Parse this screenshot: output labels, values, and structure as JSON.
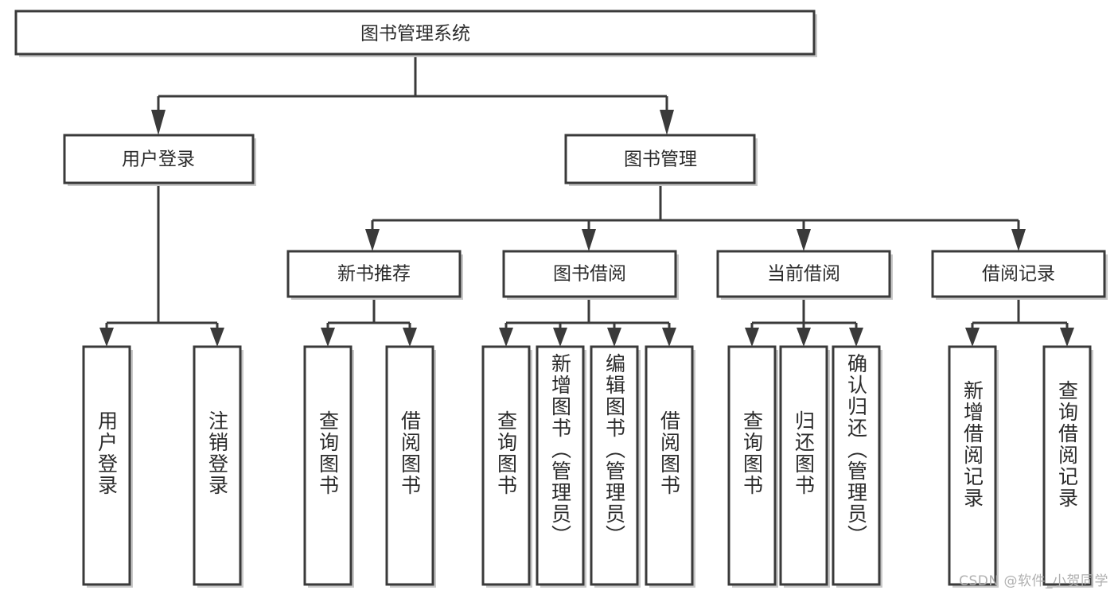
{
  "diagram": {
    "title": "图书管理系统",
    "type": "tree-hierarchy-diagram",
    "colors": {
      "box_stroke": "#3a3a3a",
      "box_fill": "#ffffff",
      "text": "#2b2b2b",
      "shadow": "#c8c8c8",
      "watermark": "#b0b0b0",
      "background": "#ffffff"
    },
    "root": {
      "label": "图书管理系统",
      "orientation": "horizontal"
    },
    "level2": [
      {
        "label": "用户登录",
        "orientation": "horizontal"
      },
      {
        "label": "图书管理",
        "orientation": "horizontal"
      }
    ],
    "level3": [
      {
        "label": "新书推荐",
        "orientation": "horizontal"
      },
      {
        "label": "图书借阅",
        "orientation": "horizontal"
      },
      {
        "label": "当前借阅",
        "orientation": "horizontal"
      },
      {
        "label": "借阅记录",
        "orientation": "horizontal"
      }
    ],
    "leaves": {
      "user_login": [
        {
          "label": "用户登录",
          "orientation": "vertical"
        },
        {
          "label": "注销登录",
          "orientation": "vertical"
        }
      ],
      "new_book_recommend": [
        {
          "label": "查询图书",
          "orientation": "vertical"
        },
        {
          "label": "借阅图书",
          "orientation": "vertical"
        }
      ],
      "book_borrow": [
        {
          "label": "查询图书",
          "orientation": "vertical"
        },
        {
          "label": "新增图书（管理员）",
          "orientation": "vertical"
        },
        {
          "label": "编辑图书（管理员）",
          "orientation": "vertical"
        },
        {
          "label": "借阅图书",
          "orientation": "vertical"
        }
      ],
      "current_borrow": [
        {
          "label": "查询图书",
          "orientation": "vertical"
        },
        {
          "label": "归还图书",
          "orientation": "vertical"
        },
        {
          "label": "确认归还（管理员）",
          "orientation": "vertical"
        }
      ],
      "borrow_record": [
        {
          "label": "新增借阅记录",
          "orientation": "vertical"
        },
        {
          "label": "查询借阅记录",
          "orientation": "vertical"
        }
      ]
    }
  },
  "watermark": {
    "text": "CSDN @软件_小贺同学"
  }
}
